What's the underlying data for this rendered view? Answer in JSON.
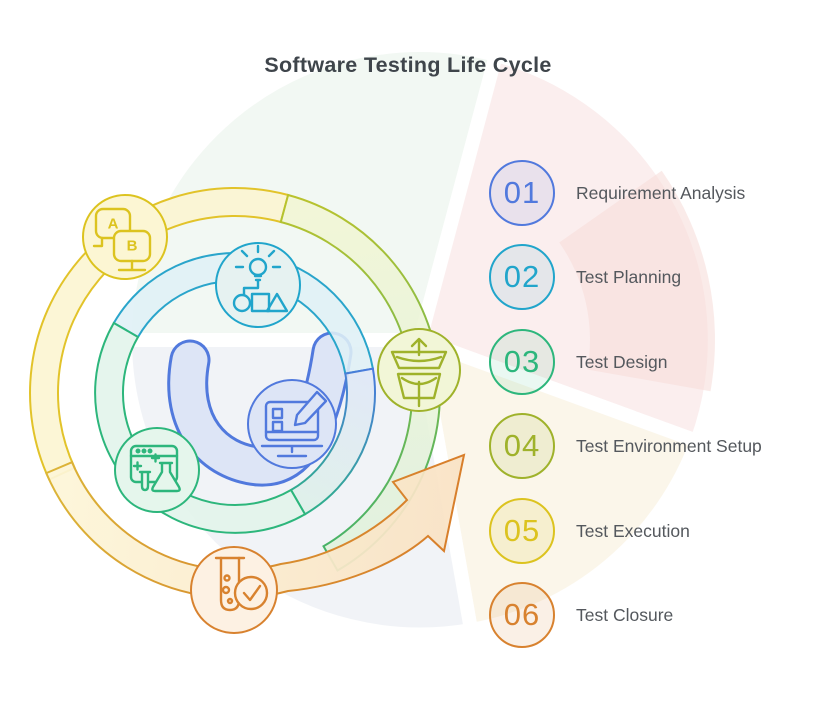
{
  "title": "Software Testing Life Cycle",
  "diagram": {
    "stages": [
      {
        "number": "01",
        "label": "Requirement Analysis",
        "icon": "monitor-pencil-icon",
        "color": "#5179dd",
        "node_fill": "#dde5f6",
        "legend_fill": "rgba(81,121,221,0.10)"
      },
      {
        "number": "02",
        "label": "Test Planning",
        "icon": "lightbulb-flowchart-icon",
        "color": "#21a5cb",
        "node_fill": "#e6f2f1",
        "legend_fill": "rgba(33,165,203,0.10)"
      },
      {
        "number": "03",
        "label": "Test Design",
        "icon": "browser-flask-icon",
        "color": "#2db67c",
        "node_fill": "#e5f6ec",
        "legend_fill": "rgba(45,182,124,0.10)"
      },
      {
        "number": "04",
        "label": "Test Environment Setup",
        "icon": "funnel-filter-icon",
        "color": "#9fb22b",
        "node_fill": "#f2f6d7",
        "legend_fill": "rgba(159,178,43,0.13)"
      },
      {
        "number": "05",
        "label": "Test Execution",
        "icon": "ab-test-monitors-icon",
        "color": "#dcc31f",
        "node_fill": "#fcf6d3",
        "legend_fill": "rgba(220,195,31,0.13)"
      },
      {
        "number": "06",
        "label": "Test Closure",
        "icon": "test-tube-check-icon",
        "color": "#d8822f",
        "node_fill": "#fdf1e3",
        "legend_fill": "rgba(216,130,47,0.12)"
      }
    ],
    "ab_icon_letters": {
      "a": "A",
      "b": "B"
    },
    "palette": {
      "outer_yellow_stroke": "#e2c32a",
      "outer_yellow_fill": "#fbf5cf",
      "outer_green_stroke_start": "#bcc32c",
      "outer_green_stroke_end": "#3eb16d",
      "arrow_stroke_start": "#dcb638",
      "arrow_stroke_end": "#d87e2b",
      "middle_cyan_stroke": "#2aa5cb",
      "middle_cyan_fill": "#dff0f6",
      "middle_teal_stroke": "#2db67c",
      "middle_teal_fill": "#e1f4ea",
      "inner_blue_stroke": "#5179dd",
      "background_swirl_colors": [
        "#e7f2e8",
        "#f8dede",
        "#f8efd7",
        "#e4e9f1",
        "#f0b9b2"
      ]
    }
  }
}
